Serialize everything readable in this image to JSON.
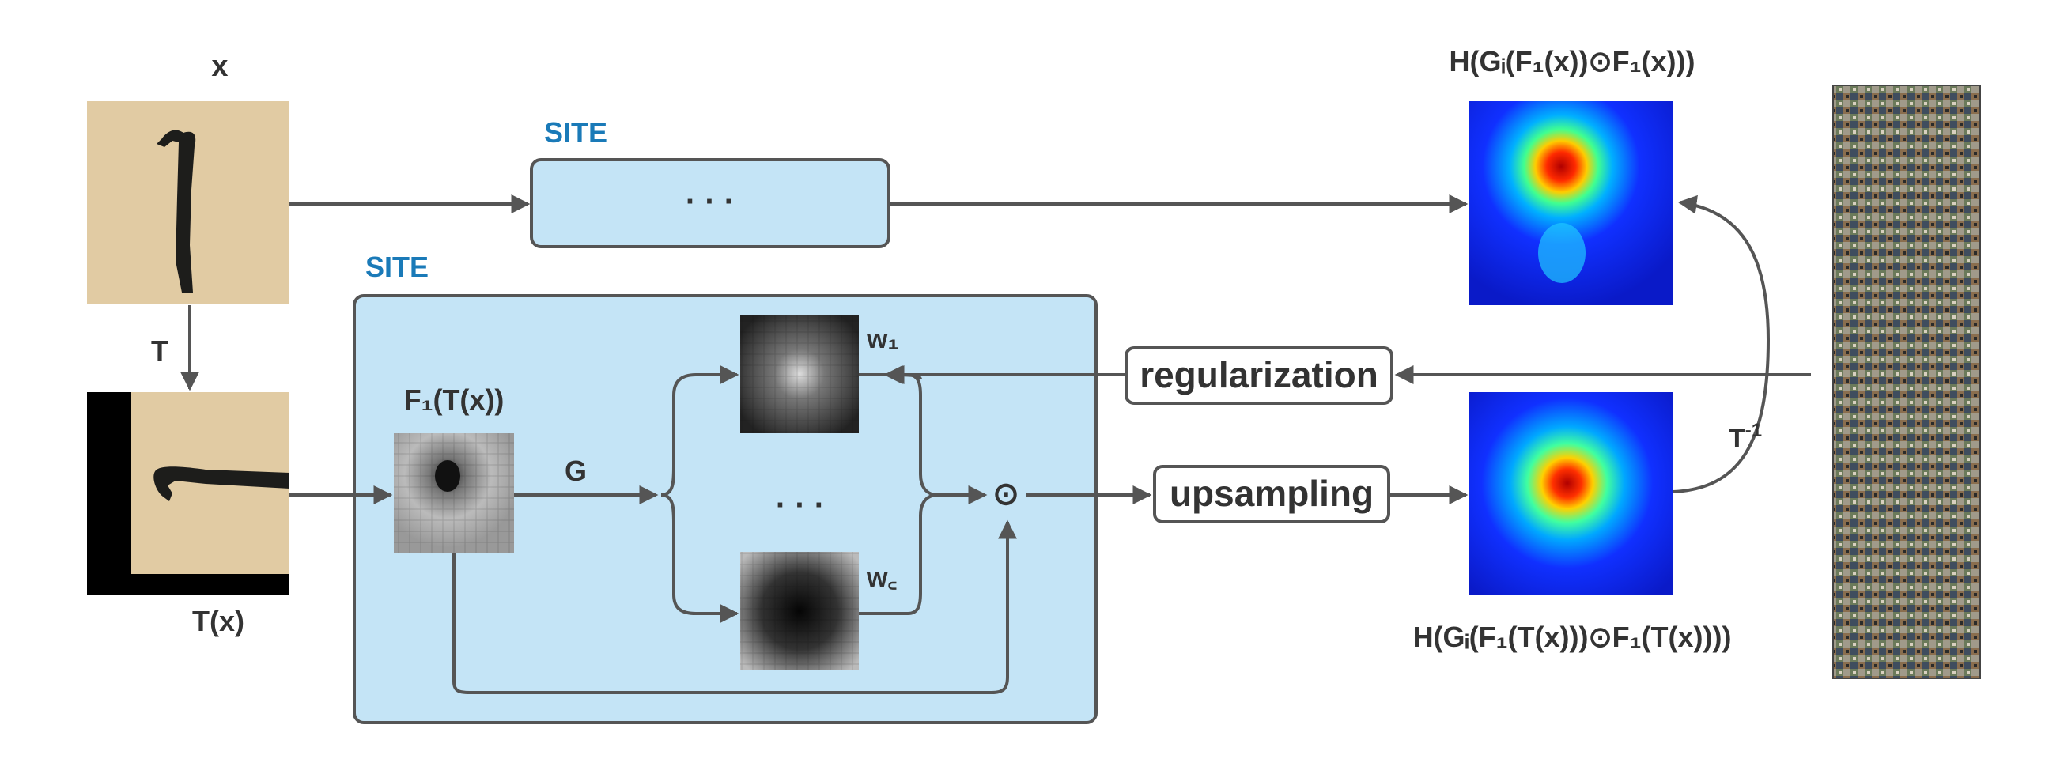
{
  "labels": {
    "x": "x",
    "T": "T",
    "Tx": "T(x)",
    "site_top": "SITE",
    "site_main": "SITE",
    "dots_top": "· · ·",
    "F1Tx": "F₁(T(x))",
    "G": "G",
    "w1": "w₁",
    "wc": "w꜀",
    "dots_mid": "· · ·",
    "odot": "⊙",
    "regularization": "regularization",
    "upsampling": "upsampling",
    "Tinv": "T",
    "Tinv_sup": "-1",
    "heat_top": "H(Gᵢ(F₁(x))⊙F₁(x)))",
    "heat_bottom": "H(Gᵢ(F₁(T(x)))⊙F₁(T(x))))"
  },
  "colors": {
    "site_fill": "#c4e4f6",
    "site_stroke": "#555555",
    "site_title": "#1a7ab8",
    "arrow": "#555555"
  }
}
